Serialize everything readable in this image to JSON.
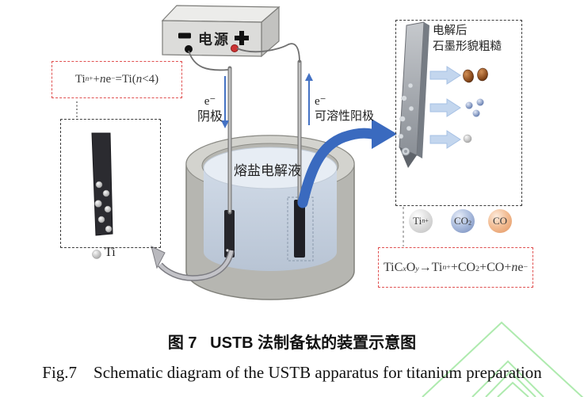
{
  "figure": {
    "power_supply": {
      "label": "电源",
      "negative": "−",
      "positive": "+"
    },
    "cathode": {
      "electron": "e⁻",
      "label": "阴极"
    },
    "anode": {
      "electron": "e⁻",
      "label": "可溶性阳极"
    },
    "electrolyte_label": "熔盐电解液",
    "anode_note": {
      "line1": "电解后",
      "line2": "石墨形貌粗糙"
    },
    "ti_product_label": "Ti",
    "equations": {
      "cathode_reaction": [
        {
          "t": "Ti"
        },
        {
          "t": "n",
          "s": "supi"
        },
        {
          "t": "+",
          "s": "sup"
        },
        {
          "t": "+"
        },
        {
          "t": "n",
          "s": "i"
        },
        {
          "t": "e"
        },
        {
          "t": "−",
          "s": "sup"
        },
        {
          "t": "=Ti("
        },
        {
          "t": "n",
          "s": "i"
        },
        {
          "t": "<4)"
        }
      ],
      "anode_reaction": [
        {
          "t": "TiC"
        },
        {
          "t": "x",
          "s": "subi"
        },
        {
          "t": "O"
        },
        {
          "t": "y",
          "s": "subi"
        },
        {
          "t": "→Ti"
        },
        {
          "t": "n",
          "s": "supi"
        },
        {
          "t": "+",
          "s": "sup"
        },
        {
          "t": "+CO"
        },
        {
          "t": "2",
          "s": "sub"
        },
        {
          "t": "+CO+"
        },
        {
          "t": "n",
          "s": "i"
        },
        {
          "t": "e"
        },
        {
          "t": "−",
          "s": "sup"
        }
      ]
    },
    "legend": {
      "ti_ion": [
        {
          "t": "Ti"
        },
        {
          "t": "n",
          "s": "supi"
        },
        {
          "t": "+",
          "s": "sup"
        }
      ],
      "co2": [
        {
          "t": "CO"
        },
        {
          "t": "2",
          "s": "sub"
        }
      ],
      "co": [
        {
          "t": "CO"
        }
      ]
    }
  },
  "captions": {
    "zh": "图 7   USTB 法制备钛的装置示意图",
    "en": "Fig.7    Schematic diagram of the USTB apparatus for titanium preparation"
  },
  "colors": {
    "equation_box": "#e05050",
    "electron_arrow": "#4472c4",
    "anode_flow_arrow": "#3a6abf",
    "product_arrow": "#c3d6ee",
    "product_arrow_edge": "#a6c0e4",
    "ti_sphere": "#d9d9d9",
    "co2_sphere": "#8fa3cc",
    "co_sphere": "#eda77c",
    "ti_particle_brown": "#8a5a2e",
    "electrolyte": "#c5d1e0",
    "crucible": "#b6b6b1",
    "watermark": "#a6e8a6"
  }
}
